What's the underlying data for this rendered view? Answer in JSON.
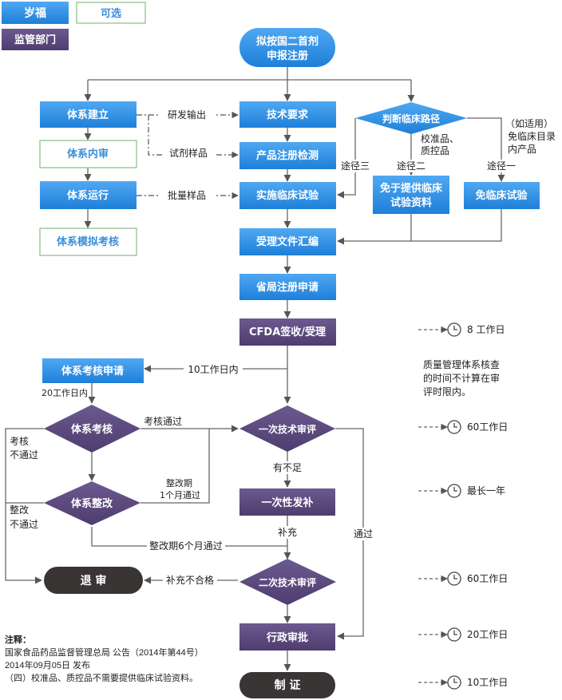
{
  "legend": {
    "company": "岁福",
    "optional": "可选",
    "regulator": "监管部门"
  },
  "nodes": {
    "start": [
      "拟按国二首剂",
      "申报注册"
    ],
    "tech_req": "技术要求",
    "product_test": "产品注册检测",
    "clinical": "实施临床试验",
    "collect": "受理文件汇编",
    "provincial": "省局注册申请",
    "cfda": "CFDA签收/受理",
    "judge": "判断临床路径",
    "provide_clinical": [
      "免于提供临床",
      "试验资料"
    ],
    "exempt_clinical": "免临床试验",
    "sys_build": "体系建立",
    "sys_audit": "体系内审",
    "sys_run": "体系运行",
    "sys_mock": "体系模拟考核",
    "sys_apply": "体系考核申请",
    "sys_check": "体系考核",
    "sys_fix": "体系整改",
    "tech1": "一次技术审评",
    "supplement": "一次性发补",
    "tech2": "二次技术审评",
    "reject": "退 审",
    "approve": "行政审批",
    "cert": "制 证"
  },
  "edges": {
    "rd_output": "研发输出",
    "trial_sample": "试剂样品",
    "batch_sample": "批量样品",
    "path3": "途径三",
    "path2": "途径二",
    "path1": "途径一",
    "calib": [
      "校准品、",
      "质控品"
    ],
    "if_apply": [
      "（如适用）",
      "免临床目录",
      "内产品"
    ],
    "ten_days": "10工作日内",
    "twenty_days": "20工作日内",
    "check_pass": "考核通过",
    "check_fail": [
      "考核",
      "不通过"
    ],
    "fix_fail": [
      "整改",
      "不通过"
    ],
    "fix_1m": [
      "整改期",
      "1个月通过"
    ],
    "fix_6m": "整改期6个月通过",
    "insufficient": "有不足",
    "supplement_label": "补充",
    "supp_fail": "补充不合格",
    "passed": "通过"
  },
  "timeline": {
    "t1": "8 工作日",
    "note": [
      "质量管理体系核查",
      "的时间不计算在审",
      "评时限内。"
    ],
    "t2": "60工作日",
    "t3": "最长一年",
    "t4": "60工作日",
    "t5": "20工作日",
    "t6": "10工作日"
  },
  "notes": {
    "title": "注释：",
    "line1": "国家食品药品监督管理总局 公告（2014年第44号）",
    "line2": "2014年09月05日 发布",
    "line3": "（四）校准品、质控品不需要提供临床试验资料。"
  },
  "colors": {
    "blue": "#2b8fe6",
    "purple": "#5e4a80",
    "dark": "#3a3535",
    "line": "#666666"
  }
}
